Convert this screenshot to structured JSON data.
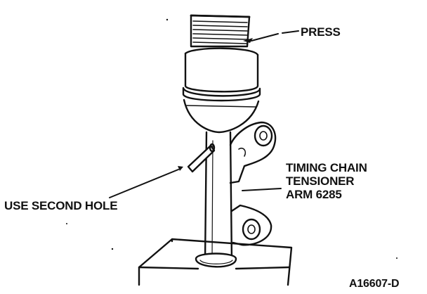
{
  "labels": {
    "press": "PRESS",
    "tensioner": {
      "line1": "TIMING CHAIN",
      "line2": "TENSIONER",
      "line3": "ARM 6285"
    },
    "second_hole": "USE SECOND HOLE",
    "figure_id": "A16607-D"
  },
  "colors": {
    "ink": "#111111",
    "paper": "#ffffff"
  }
}
